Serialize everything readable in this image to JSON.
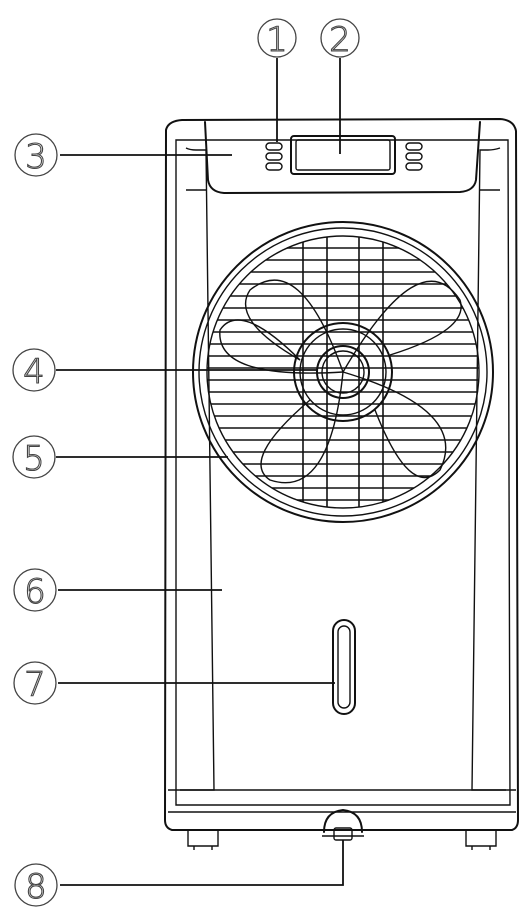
{
  "callouts": [
    {
      "id": "1",
      "label": "1"
    },
    {
      "id": "2",
      "label": "2"
    },
    {
      "id": "3",
      "label": "3"
    },
    {
      "id": "4",
      "label": "4"
    },
    {
      "id": "5",
      "label": "5"
    },
    {
      "id": "6",
      "label": "6"
    },
    {
      "id": "7",
      "label": "7"
    },
    {
      "id": "8",
      "label": "8"
    }
  ],
  "colors": {
    "line": "#111111",
    "callout": "#444444",
    "background": "#ffffff"
  }
}
